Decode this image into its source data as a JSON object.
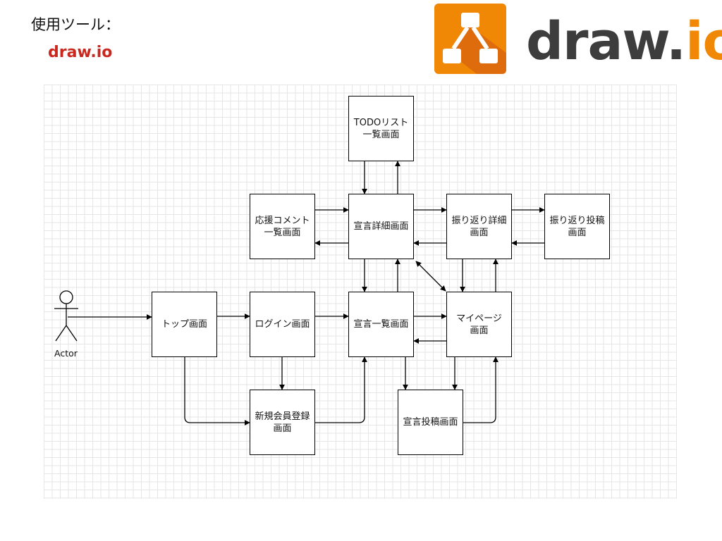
{
  "header": {
    "tool_label": "使用ツール：",
    "tool_name": "draw.io"
  },
  "logo": {
    "text_main": "draw.",
    "text_accent": "io",
    "icon": "drawio-logo-icon",
    "colors": {
      "orange": "#f08705",
      "dark_orange": "#df6c0c",
      "text": "#3d3d3d"
    }
  },
  "diagram": {
    "actor": "Actor",
    "nodes": {
      "todo": "TODOリスト\n一覧画面",
      "cheer": "応援コメント\n一覧画面",
      "decl_detail": "宣言詳細画面",
      "review_detail": "振り返り詳細\n画面",
      "review_post": "振り返り投稿\n画面",
      "top": "トップ画面",
      "login": "ログイン画面",
      "decl_list": "宣言一覧画面",
      "mypage": "マイページ\n画面",
      "register": "新規会員登録\n画面",
      "decl_post": "宣言投稿画面"
    }
  }
}
